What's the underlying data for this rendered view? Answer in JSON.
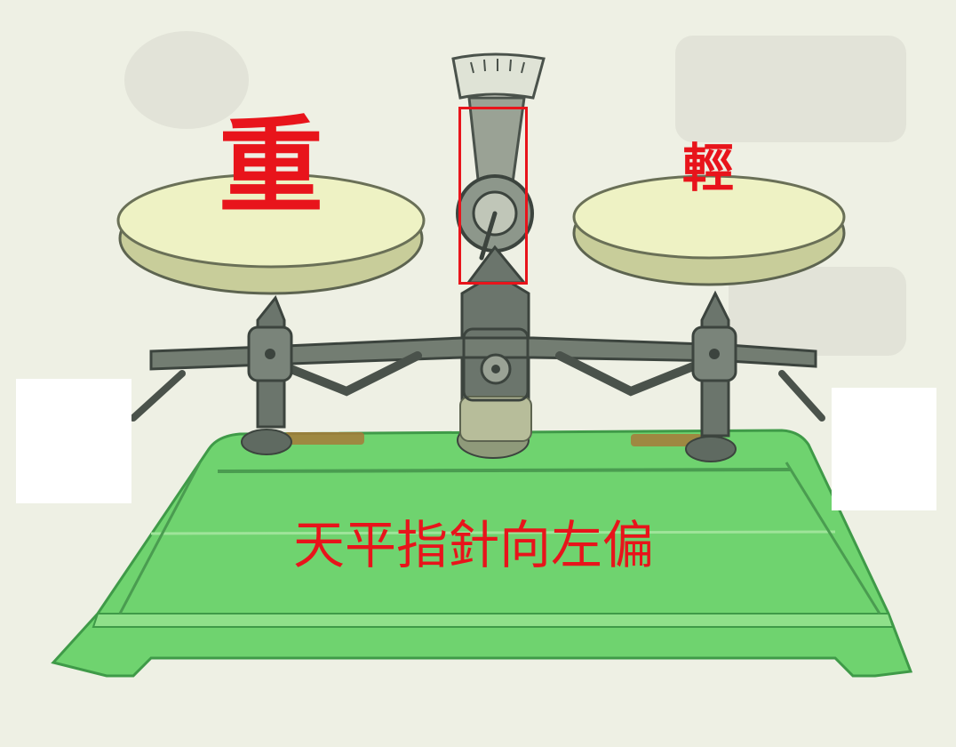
{
  "labels": {
    "heavy": "重",
    "light": "輕",
    "caption": "天平指針向左偏"
  },
  "colors": {
    "annotation_red": "#e8141b",
    "base_green": "#6fd36f",
    "pan_cream": "#eef2c4",
    "metal_gray": "#5f6a61",
    "background": "#eef0e4"
  },
  "icons": {
    "balance": "balance-scale-illustration"
  }
}
